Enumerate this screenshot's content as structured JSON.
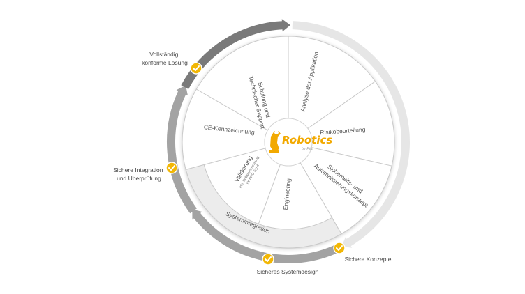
{
  "logo": {
    "name": "Robotics",
    "sub": "by Pilz"
  },
  "segments": [
    {
      "id": "schulung",
      "line1": "Schulung und",
      "line2": "Technischer Support"
    },
    {
      "id": "analyse",
      "line1": "Analyse der Applikation"
    },
    {
      "id": "risiko",
      "line1": "Risikobeurteilung"
    },
    {
      "id": "konzept",
      "line1": "Sicherheits- und",
      "line2": "Automatisierungskonzept"
    },
    {
      "id": "engineering",
      "line1": "Engineering"
    },
    {
      "id": "validierung",
      "line1": "Validierung",
      "line2": "inkl. Kollisionsmessung",
      "line3": "für HRC Typ 4"
    },
    {
      "id": "ce",
      "line1": "CE-Kennzeichnung"
    }
  ],
  "ring_label": "Systemintegration",
  "milestones": [
    {
      "id": "vollstaendig",
      "line1": "Vollständig",
      "line2": "konforme Lösung"
    },
    {
      "id": "integration",
      "line1": "Sichere Integration",
      "line2": "und Überprüfung"
    },
    {
      "id": "systemdesign",
      "line1": "Sicheres Systemdesign"
    },
    {
      "id": "konzepte",
      "line1": "Sichere Konzepte"
    }
  ],
  "colors": {
    "accent": "#f2b705",
    "arc_dark": "#7a7a7a",
    "arc_mid": "#a3a3a3",
    "arc_light": "#e6e6e6",
    "ring_bg": "#eeeeee"
  },
  "icons": {
    "check": "check-icon",
    "logo": "robot-arm-logo"
  }
}
